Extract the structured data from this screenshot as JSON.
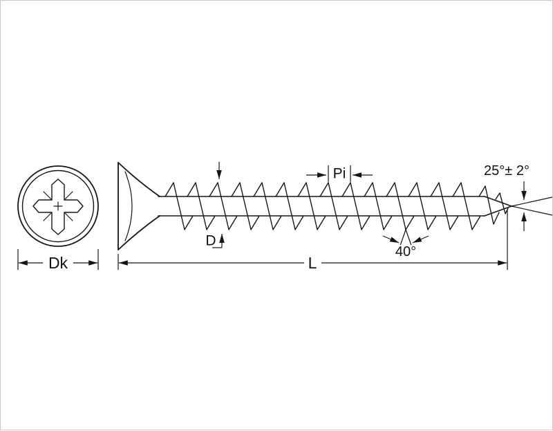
{
  "figure": {
    "background": "#ffffff",
    "line_color": "#151515"
  },
  "labels": {
    "head_diameter": "Dk",
    "core_diameter": "D",
    "pitch": "Pi",
    "length": "L",
    "thread_angle": "40°",
    "tip_angle": "25°± 2°"
  }
}
